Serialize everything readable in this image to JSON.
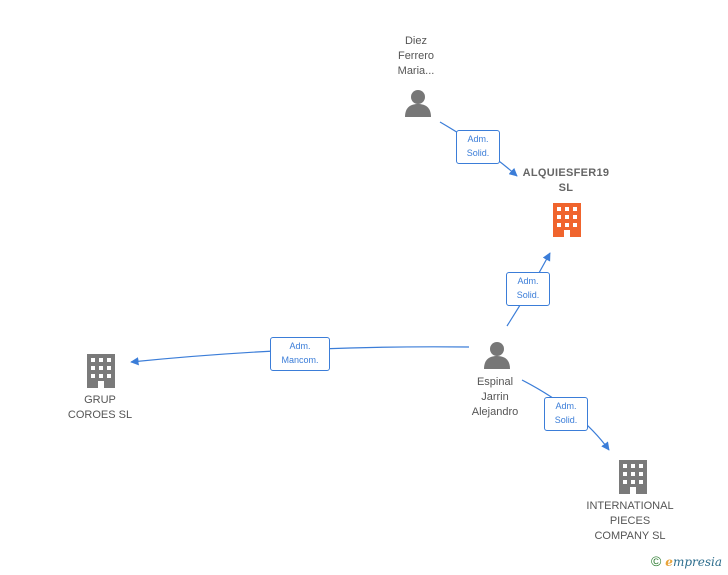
{
  "nodes": {
    "diez": {
      "lines": [
        "Diez",
        "Ferrero",
        "Maria..."
      ],
      "type": "person"
    },
    "alquiesfer": {
      "lines": [
        "ALQUIESFER19",
        "SL"
      ],
      "type": "company-main"
    },
    "espinal": {
      "lines": [
        "Espinal",
        "Jarrin",
        "Alejandro"
      ],
      "type": "person"
    },
    "grup": {
      "lines": [
        "GRUP",
        "COROES SL"
      ],
      "type": "company"
    },
    "international": {
      "lines": [
        "INTERNATIONAL",
        "PIECES",
        "COMPANY  SL"
      ],
      "type": "company"
    }
  },
  "edges": {
    "diez_alquiesfer": {
      "lines": [
        "Adm.",
        "Solid."
      ]
    },
    "espinal_alquiesfer": {
      "lines": [
        "Adm.",
        "Solid."
      ]
    },
    "espinal_grup": {
      "lines": [
        "Adm.",
        "Mancom."
      ]
    },
    "espinal_international": {
      "lines": [
        "Adm.",
        "Solid."
      ]
    }
  },
  "colors": {
    "edge": "#3b7dd8",
    "person_icon": "#777777",
    "company_icon": "#7a7a7a",
    "main_company_icon": "#f0642d"
  },
  "footer": {
    "copyright_symbol": "©",
    "brand_first": "e",
    "brand_rest": "mpresia"
  }
}
